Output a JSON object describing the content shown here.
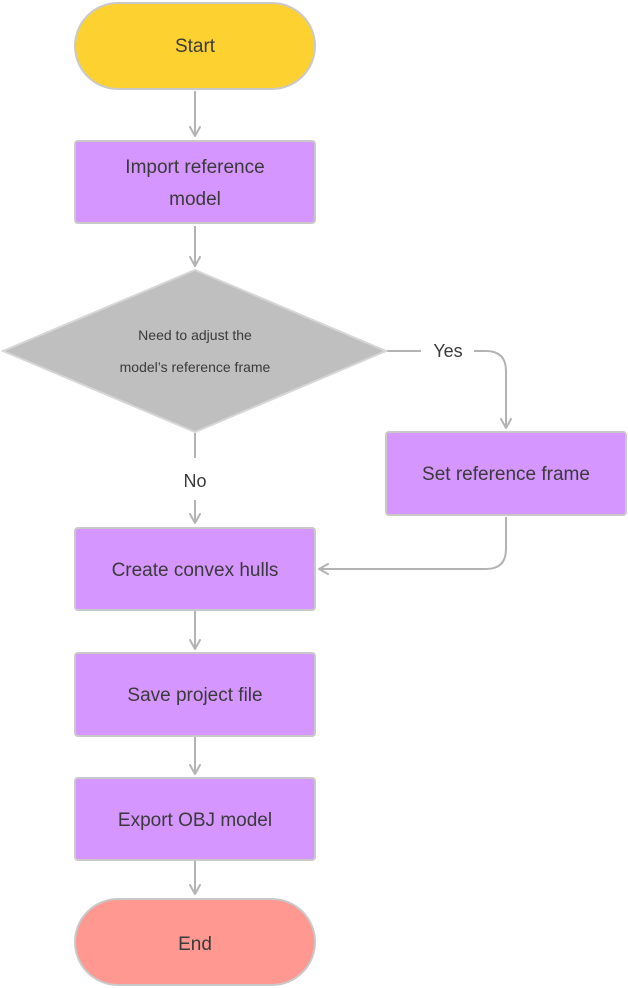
{
  "nodes": {
    "start": "Start",
    "import": [
      "Import reference",
      "model"
    ],
    "decision": [
      "Need to adjust the",
      "model’s reference frame"
    ],
    "set_frame": "Set reference frame",
    "convex": "Create convex hulls",
    "save": "Save project file",
    "export": "Export OBJ model",
    "end": "End"
  },
  "edges": {
    "yes": "Yes",
    "no": "No"
  },
  "colors": {
    "terminal_start": "#fdd130",
    "terminal_end": "#fe9891",
    "process": "#d597ff",
    "decision": "#bfbfbf",
    "connector": "#b3b3b3"
  }
}
